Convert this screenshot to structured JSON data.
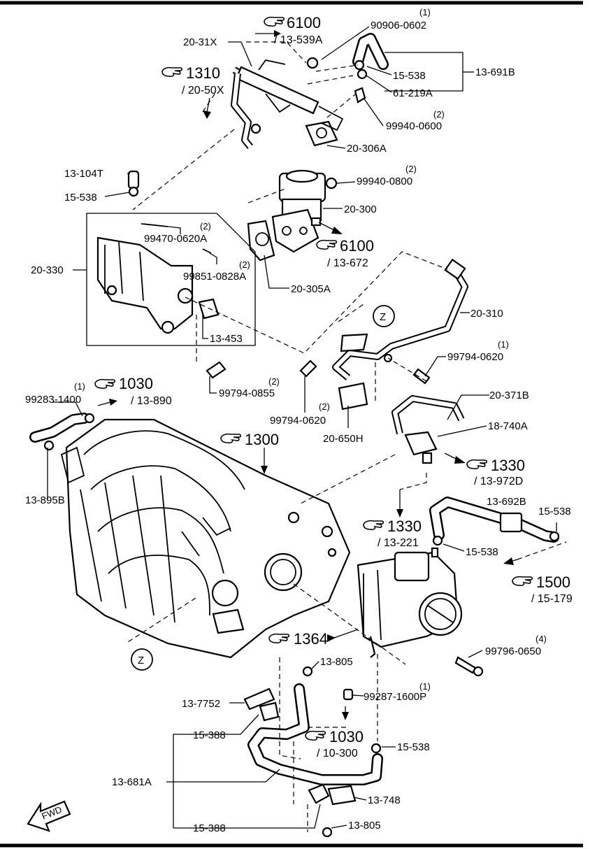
{
  "labels": {
    "n90906": "90906-0602",
    "q90906": "(1)",
    "n2031x": "20-31X",
    "n15538a": "15-538",
    "n61219a": "61-219A",
    "n13691b": "13-691B",
    "n99940_0600": "99940-0600",
    "q99940_0600": "(2)",
    "n20306a": "20-306A",
    "n13104t": "13-104T",
    "n15538b": "15-538",
    "n99940_0800": "99940-0800",
    "q99940_0800": "(2)",
    "n20300": "20-300",
    "n99470": "99470-0620A",
    "q99470": "(2)",
    "n20330": "20-330",
    "n99851": "99851-0828A",
    "q99851": "(2)",
    "n20305a": "20-305A",
    "n20310": "20-310",
    "n13453": "13-453",
    "n99794_0620a": "99794-0620",
    "q99794_0620a": "(1)",
    "n99794_0855": "99794-0855",
    "q99794_0855": "(2)",
    "n99794_0620b": "99794-0620",
    "q99794_0620b": "(2)",
    "n20650h": "20-650H",
    "n20371b": "20-371B",
    "n18740a": "18-740A",
    "n99283": "99283-1400",
    "q99283": "(1)",
    "n13895b": "13-895B",
    "n13692b": "13-692B",
    "n15538c": "15-538",
    "n15538d": "15-538",
    "n99796": "99796-0650",
    "q99796": "(4)",
    "n13805a": "13-805",
    "n13752": "13-7752",
    "n99287": "99287-1600P",
    "q99287": "(1)",
    "n15388a": "15-388",
    "n15538e": "15-538",
    "n13681a": "13-681A",
    "n13748": "13-748",
    "n15388b": "15-388",
    "n13805b": "13-805",
    "z1": "Z",
    "z2": "Z",
    "fwd": "FWD"
  },
  "refs": {
    "r6100a_num": "6100",
    "r6100a_sub": "/ 13-539A",
    "r1310_num": "1310",
    "r1310_sub": "/ 20-50X",
    "r6100b_num": "6100",
    "r6100b_sub": "/ 13-672",
    "r1030a_num": "1030",
    "r1030a_sub": "/ 13-890",
    "r1300_num": "1300",
    "r1330a_num": "1330",
    "r1330a_sub": "/ 13-972D",
    "r1330b_num": "1330",
    "r1330b_sub": "/ 13-221",
    "r1500_num": "1500",
    "r1500_sub": "/ 15-179",
    "r1364_num": "1364",
    "r1030b_num": "1030",
    "r1030b_sub": "/ 10-300"
  }
}
